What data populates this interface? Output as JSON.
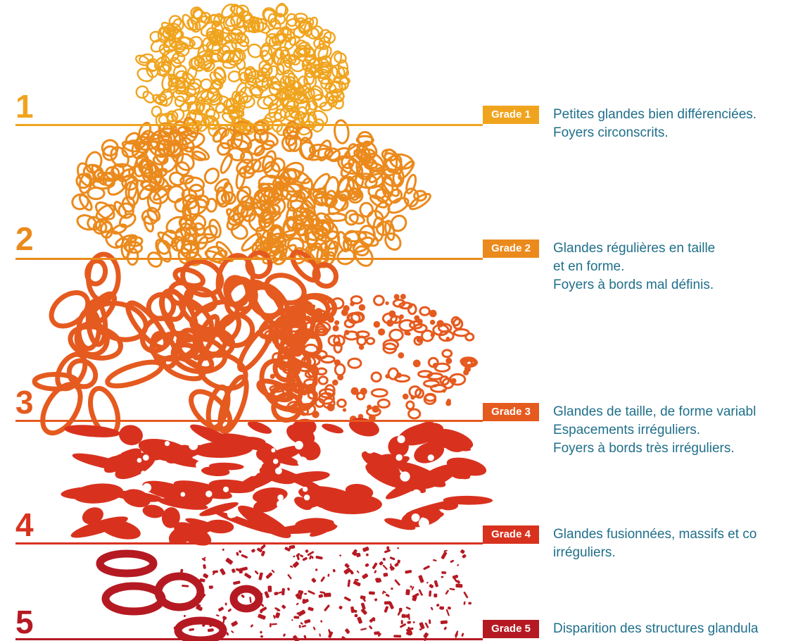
{
  "colors": {
    "grade1": "#f0a41e",
    "grade2": "#eb8a1c",
    "grade3": "#e55a1f",
    "grade4": "#d8321f",
    "grade5": "#b51a23",
    "text": "#1f6f8a",
    "background": "#ffffff"
  },
  "grades": [
    {
      "number": "1",
      "badge": "Grade 1",
      "lines": [
        "Petites glandes bien différenciées.",
        "Foyers circonscrits."
      ]
    },
    {
      "number": "2",
      "badge": "Grade 2",
      "lines": [
        "Glandes régulières en taille",
        "et en forme.",
        "Foyers à bords mal définis."
      ]
    },
    {
      "number": "3",
      "badge": "Grade 3",
      "lines": [
        "Glandes de taille, de forme variabl",
        "Espacements irréguliers.",
        "Foyers à bords très irréguliers."
      ]
    },
    {
      "number": "4",
      "badge": "Grade 4",
      "lines": [
        "Glandes fusionnées, massifs et co",
        "irréguliers."
      ]
    },
    {
      "number": "5",
      "badge": "Grade 5",
      "lines": [
        "Disparition des structures glandula"
      ]
    }
  ]
}
